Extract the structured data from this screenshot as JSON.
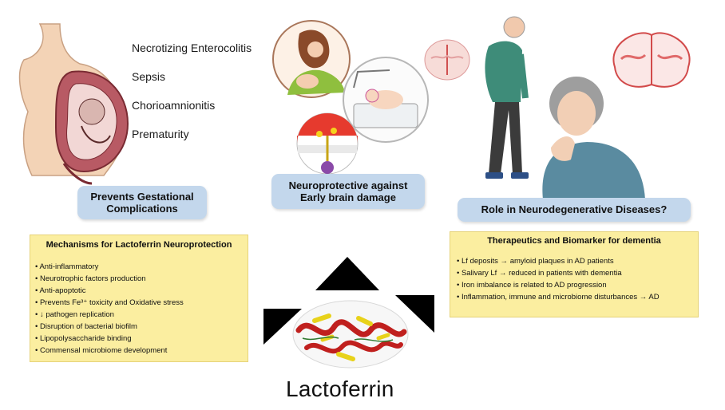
{
  "conditions": [
    "Necrotizing Enterocolitis",
    "Sepsis",
    "Chorioamnionitis",
    "Prematurity"
  ],
  "panels": {
    "gestational": "Prevents Gestational Complications",
    "neuroprotective": "Neuroprotective against Early brain damage",
    "neurodegenerative": "Role in Neurodegenerative Diseases?"
  },
  "mechanisms": {
    "title": "Mechanisms for Lactoferrin Neuroprotection",
    "items": [
      "Anti-inflammatory",
      "Neurotrophic factors production",
      "Anti-apoptotic",
      "Prevents Fe³⁺ toxicity and Oxidative stress",
      "↓ pathogen replication",
      "Disruption of bacterial biofilm",
      "Lipopolysaccharide binding",
      "Commensal microbiome development"
    ]
  },
  "therapeutics": {
    "title": "Therapeutics and Biomarker for dementia",
    "items": [
      "Lf deposits → amyloid plaques in AD patients",
      "Salivary Lf → reduced in patients with dementia",
      "Iron imbalance is related to AD progression",
      "Inflammation, immune and microbiome disturbances → AD"
    ]
  },
  "center_label": "Lactoferrin",
  "colors": {
    "pill": "#c3d7ec",
    "yellow_box": "#fbeea0",
    "protein_red": "#c0201e",
    "protein_yellow": "#e8d21a"
  }
}
